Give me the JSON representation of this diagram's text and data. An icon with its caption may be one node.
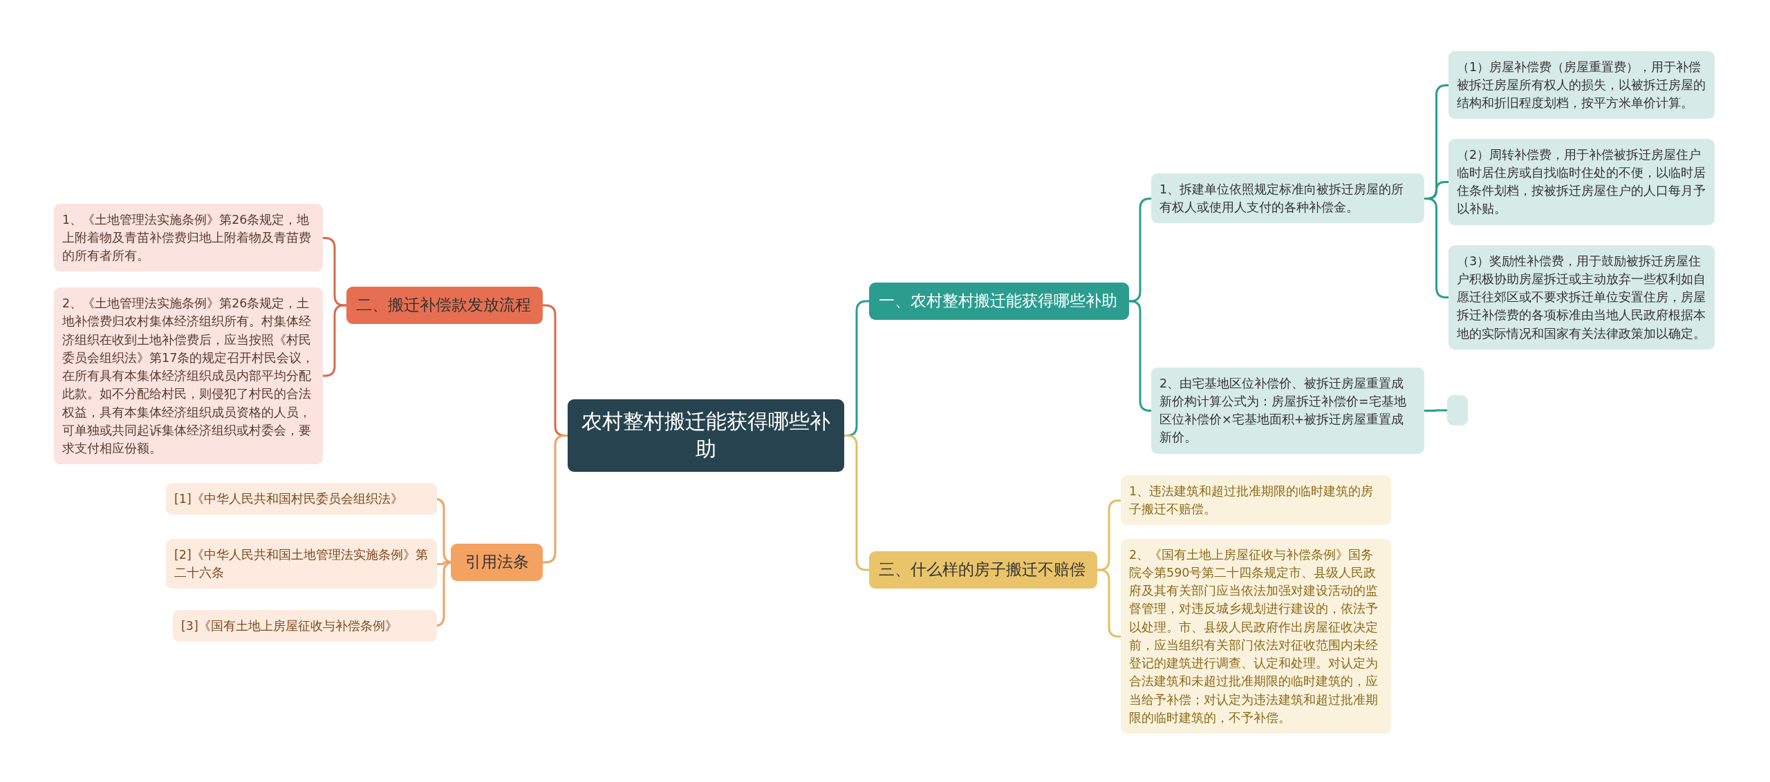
{
  "diagram": {
    "nodes": [
      {
        "text": [
          "农村整村搬迁能获得哪些补助"
        ]
      },
      {
        "text": [
          "一、农村整村搬迁能获得哪些补助"
        ]
      },
      {
        "text": [
          "1、拆建单位依照规定标准向被拆迁房屋的所有权人或使用人支付的各种补偿金。"
        ]
      },
      {
        "text": [
          "（1）房屋补偿费（房屋重置费），用于补偿被拆迁房屋所有权人的损失，以被拆迁房屋的结构和折旧程度划档，按平方米单价计算。"
        ]
      },
      {
        "text": [
          "（2）周转补偿费，用于补偿被拆迁房屋住户临时居住房或自找临时住处的不便，以临时居住条件划档，按被拆迁房屋住户的人口每月予以补贴。"
        ]
      },
      {
        "text": [
          "（3）奖励性补偿费，用于鼓励被拆迁房屋住户积极协助房屋拆迁或主动放弃一些权利如自愿迁往郊区或不要求拆迁单位安置住房，房屋拆迁补偿费的各项标准由当地人民政府根据本地的实际情况和国家有关法律政策加以确定。"
        ]
      },
      {
        "text": [
          "2、由宅基地区位补偿价、被拆迁房屋重置成新价构计算公式为：房屋拆迁补偿价=宅基地区位补偿价×宅基地面积+被拆迁房屋重置成新价。"
        ]
      },
      {
        "text": [],
        "shape": "box"
      },
      {
        "text": [
          "三、什么样的房子搬迁不赔偿"
        ]
      },
      {
        "text": [
          "1、违法建筑和超过批准期限的临时建筑的房子搬迁不赔偿。"
        ]
      },
      {
        "text": [
          "2、《国有土地上房屋征收与补偿条例》国务院令第590号第二十四条规定市、县级人民政府及其有关部门应当依法加强对建设活动的监督管理，对违反城乡规划进行建设的，依法予以处理。市、县级人民政府作出房屋征收决定前，应当组织有关部门依法对征收范围内未经登记的建筑进行调查、认定和处理。对认定为合法建筑和未超过批准期限的临时建筑的，应当给予补偿；对认定为违法建筑和超过批准期限的临时建筑的，不予补偿。"
        ]
      },
      {
        "text": [
          "二、搬迁补偿款发放流程"
        ]
      },
      {
        "text": [
          "1、《土地管理法实施条例》第26条规定，地上附着物及青苗补偿费归地上附着物及青苗费的所有者所有。"
        ]
      },
      {
        "text": [
          "2、《土地管理法实施条例》第26条规定，土地补偿费归农村集体经济组织所有。村集体经济组织在收到土地补偿费后，应当按照《村民委员会组织法》第17条的规定召开村民会议，在所有具有本集体经济组织成员内部平均分配此款。如不分配给村民，则侵犯了村民的合法权益，具有本集体经济组织成员资格的人员，可单独或共同起诉集体经济组织或村委会，要求支付相应份额。"
        ]
      },
      {
        "text": [
          "引用法条"
        ]
      },
      {
        "text": [
          "[1]《中华人民共和国村民委员会组织法》"
        ]
      },
      {
        "text": [
          "[2]《中华人民共和国土地管理法实施条例》第二十六条"
        ]
      },
      {
        "text": [
          "[3]《国有土地上房屋征收与补偿条例》"
        ]
      }
    ],
    "edges": [
      {
        "from": 0,
        "to": 1,
        "arrow": "none"
      },
      {
        "from": 1,
        "to": 2,
        "arrow": "none"
      },
      {
        "from": 2,
        "to": 3,
        "arrow": "none"
      },
      {
        "from": 2,
        "to": 4,
        "arrow": "none"
      },
      {
        "from": 2,
        "to": 5,
        "arrow": "none"
      },
      {
        "from": 1,
        "to": 6,
        "arrow": "none"
      },
      {
        "from": 6,
        "to": 7,
        "arrow": "none"
      },
      {
        "from": 0,
        "to": 8,
        "arrow": "none",
        "color": "#e2bf62"
      },
      {
        "from": 8,
        "to": 9,
        "arrow": "none",
        "color": "#e2bf62"
      },
      {
        "from": 8,
        "to": 10,
        "arrow": "none",
        "color": "#e2bf62"
      },
      {
        "from": 0,
        "to": 11,
        "arrow": "none",
        "color": "#d9694e"
      },
      {
        "from": 11,
        "to": 12,
        "arrow": "none",
        "color": "#d9694e"
      },
      {
        "from": 11,
        "to": 13,
        "arrow": "none",
        "color": "#d9694e"
      },
      {
        "from": 0,
        "to": 14,
        "arrow": "none",
        "color": "#eea263"
      },
      {
        "from": 14,
        "to": 15,
        "arrow": "none",
        "color": "#eea263"
      },
      {
        "from": 14,
        "to": 16,
        "arrow": "none",
        "color": "#eea263"
      },
      {
        "from": 14,
        "to": 17,
        "arrow": "none",
        "color": "#eea263"
      }
    ]
  }
}
